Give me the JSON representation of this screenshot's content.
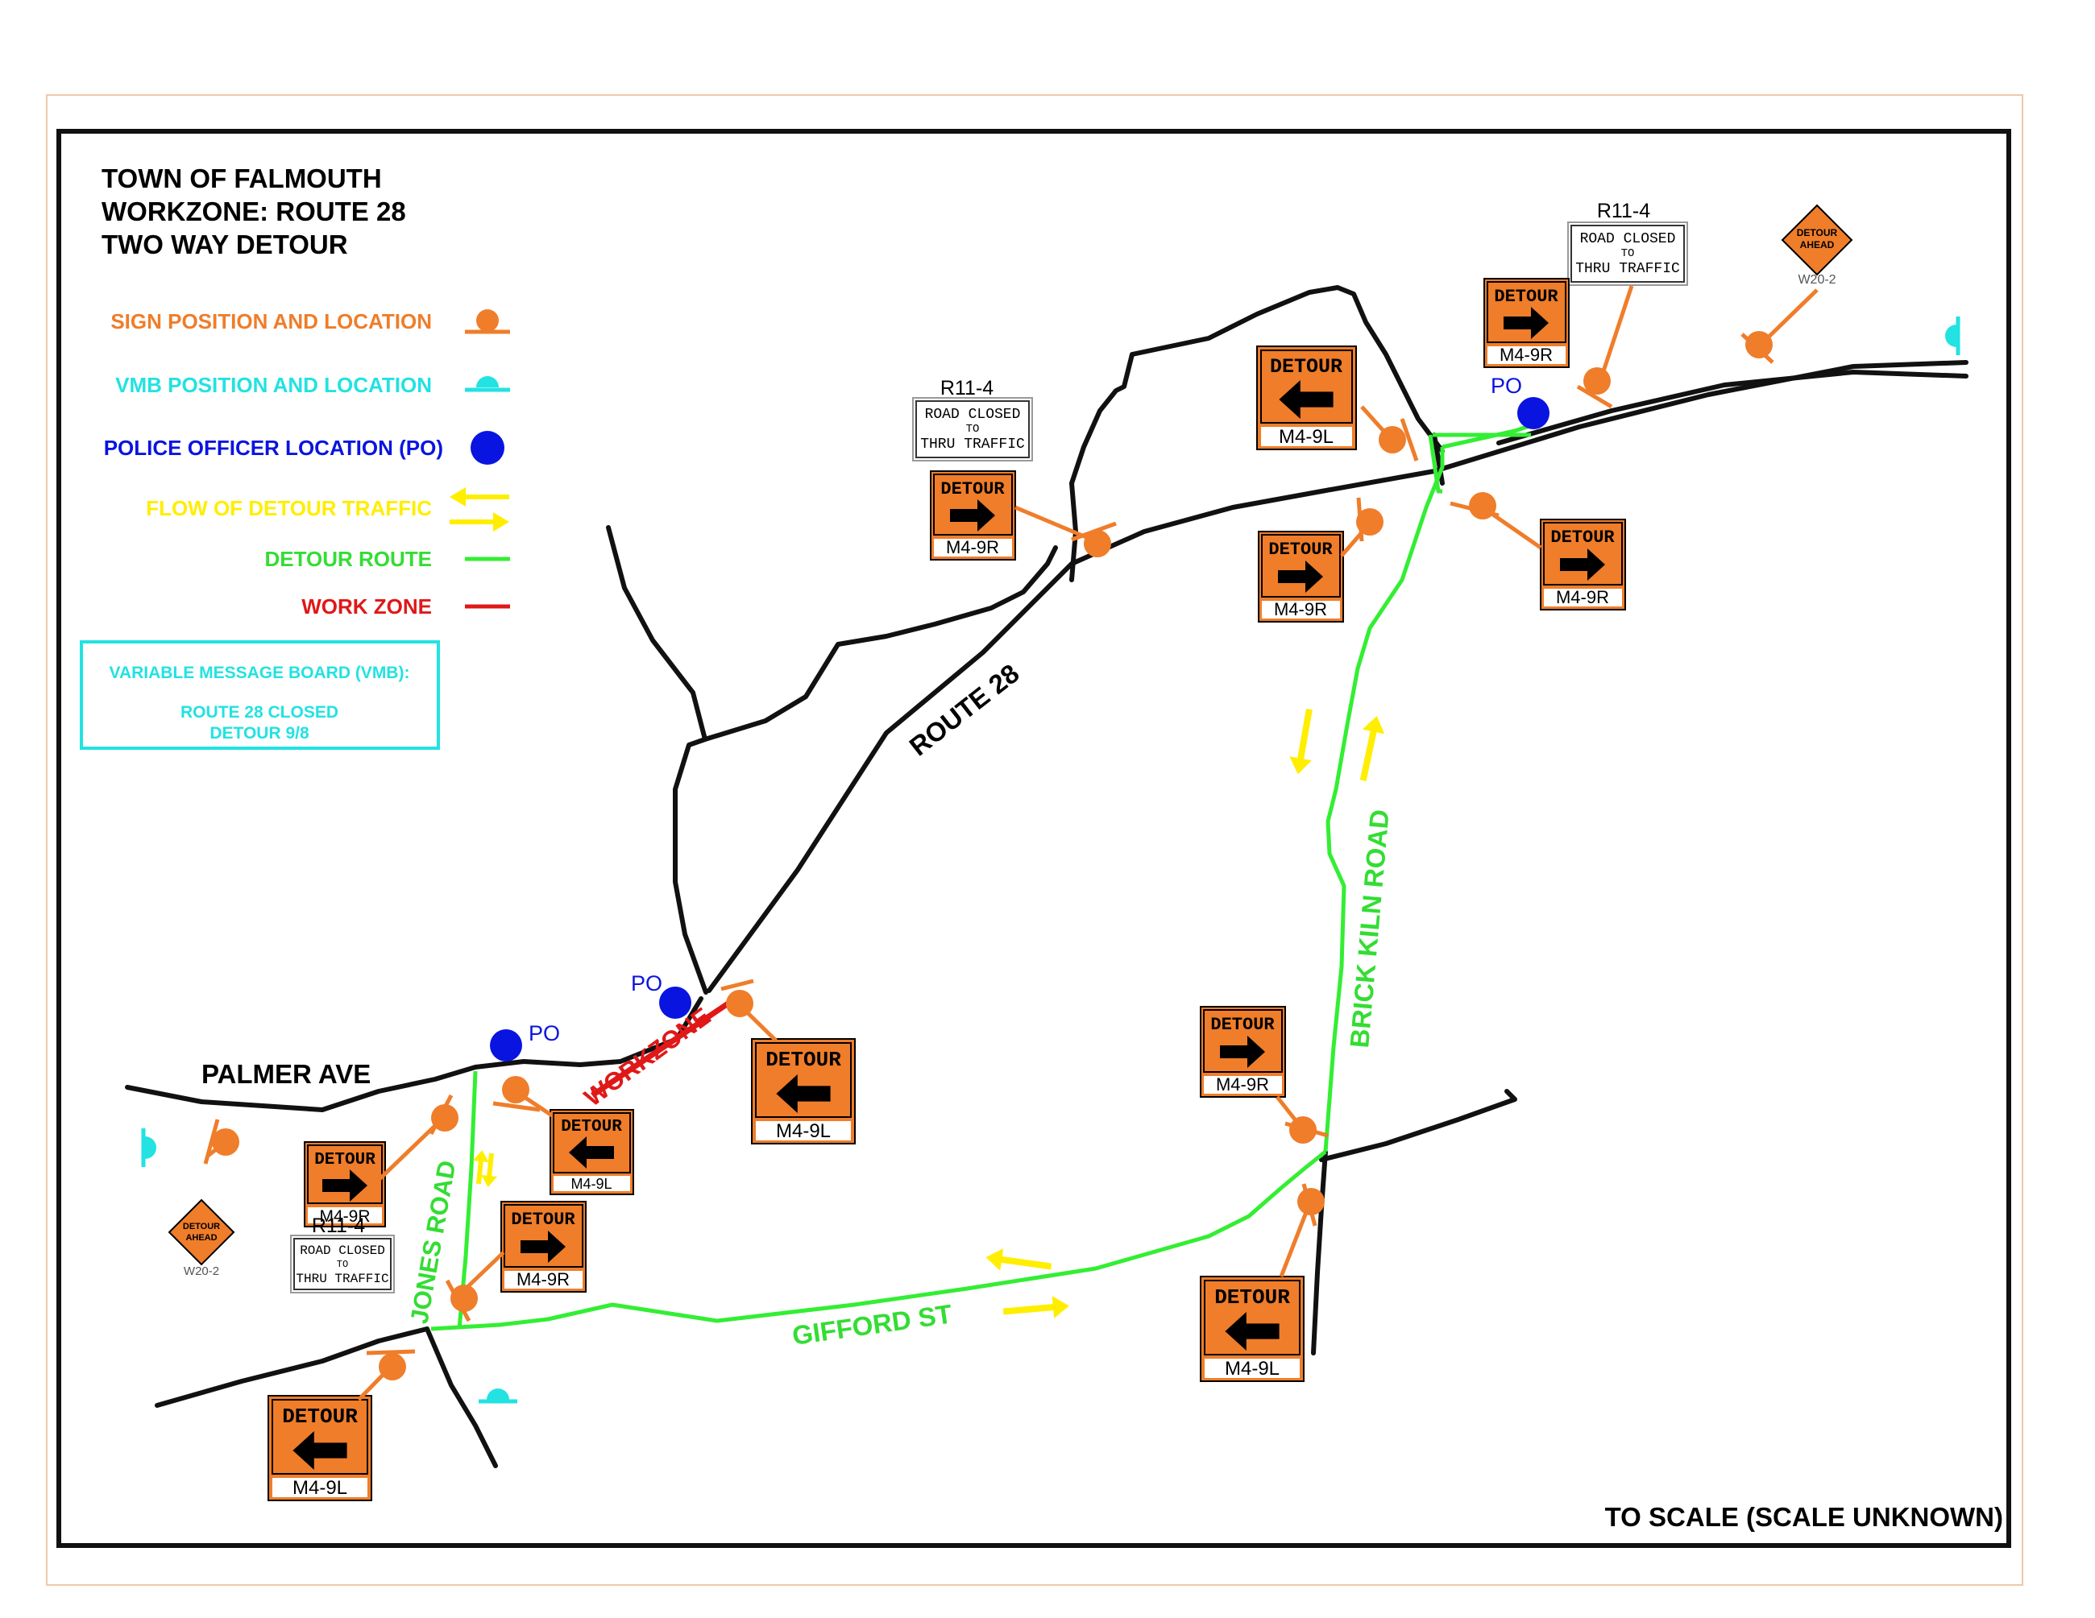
{
  "header": {
    "line1": "TOWN OF FALMOUTH",
    "line2": "WORKZONE: ROUTE 28",
    "line3": "TWO WAY DETOUR"
  },
  "legend": {
    "sign": "SIGN POSITION AND LOCATION",
    "vmb": "VMB POSITION AND LOCATION",
    "po": "POLICE OFFICER LOCATION (PO)",
    "flow": "FLOW OF DETOUR TRAFFIC",
    "detour_route": "DETOUR ROUTE",
    "work_zone": "WORK ZONE"
  },
  "vmb_box": {
    "title": "VARIABLE MESSAGE BOARD (VMB):",
    "line1": "ROUTE 28 CLOSED",
    "line2": "DETOUR 9/8"
  },
  "roads": {
    "route28": "ROUTE 28",
    "palmer": "PALMER AVE",
    "jones": "JONES ROAD",
    "gifford": "GIFFORD ST",
    "brick_kiln": "BRICK KILN ROAD",
    "workzone": "WORKZONE"
  },
  "po_label": "PO",
  "sign_text": {
    "detour": "DETOUR",
    "m49r": "M4-9R",
    "m49l": "M4-9L",
    "r114": "R11-4",
    "road_closed_1": "ROAD CLOSED",
    "road_closed_2": "TO",
    "road_closed_3": "THRU TRAFFIC",
    "r114_small": "R11-4",
    "detour_ahead_1": "DETOUR",
    "detour_ahead_2": "AHEAD",
    "w202": "W20-2"
  },
  "scale_note": "TO SCALE (SCALE UNKNOWN)",
  "colors": {
    "sign_orange": "#ef7d2a",
    "vmb_cyan": "#22e2e2",
    "police_blue": "#0a14e0",
    "flow_yellow": "#ffee00",
    "detour_green": "#33ee33",
    "work_red": "#e01818"
  }
}
